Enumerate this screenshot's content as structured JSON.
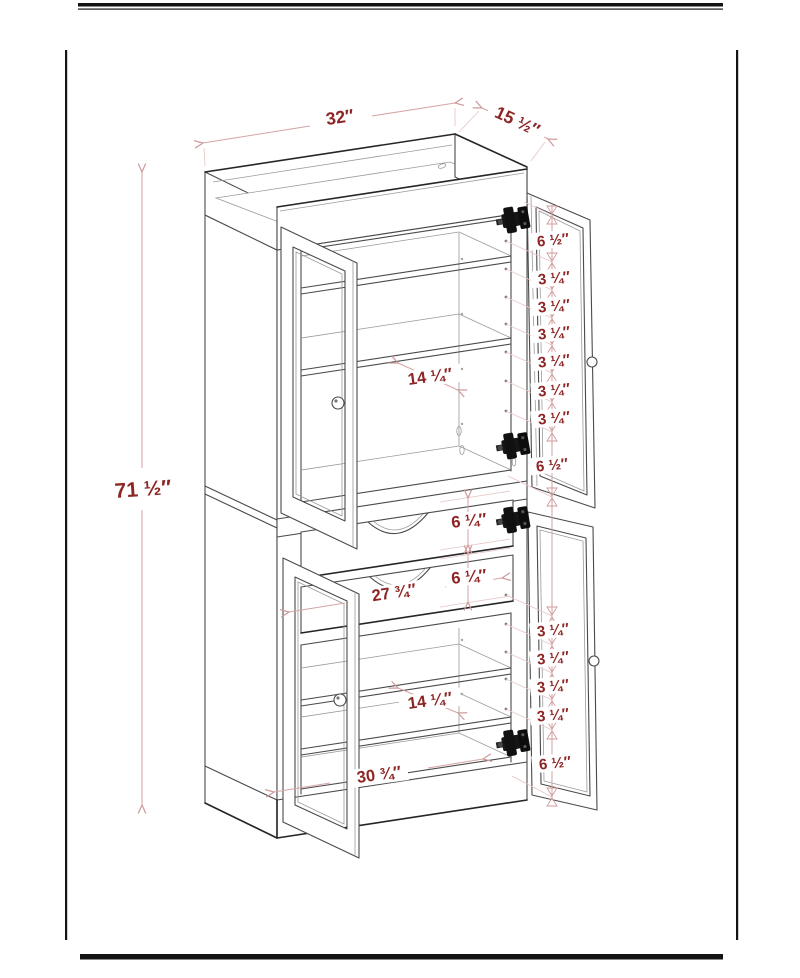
{
  "labels": {
    "width_top": "32″",
    "depth_top": "15 ½″",
    "height_total": "71 ½″",
    "shelf_depth_upper": "14 ¼″",
    "shelf_depth_lower": "14 ¼″",
    "drawer_height_top": "6 ¼″",
    "drawer_height_bottom": "6 ¼″",
    "drawer_width": "27 ¾″",
    "bottom_shelf_width": "30 ¾″",
    "upper_spacing": [
      "6 ½″",
      "3 ¼″",
      "3 ¼″",
      "3 ¼″",
      "3 ¼″",
      "3 ¼″",
      "3 ¼″",
      "6 ½″"
    ],
    "lower_spacing": [
      "3 ¼″",
      "3 ¼″",
      "3 ¼″",
      "3 ¼″",
      "6 ½″"
    ]
  },
  "colors": {
    "dimension_text": "#8e2525",
    "dimension_line": "#d6a4a4",
    "drawing_line": "#4a4a4a",
    "background": "#ffffff"
  }
}
